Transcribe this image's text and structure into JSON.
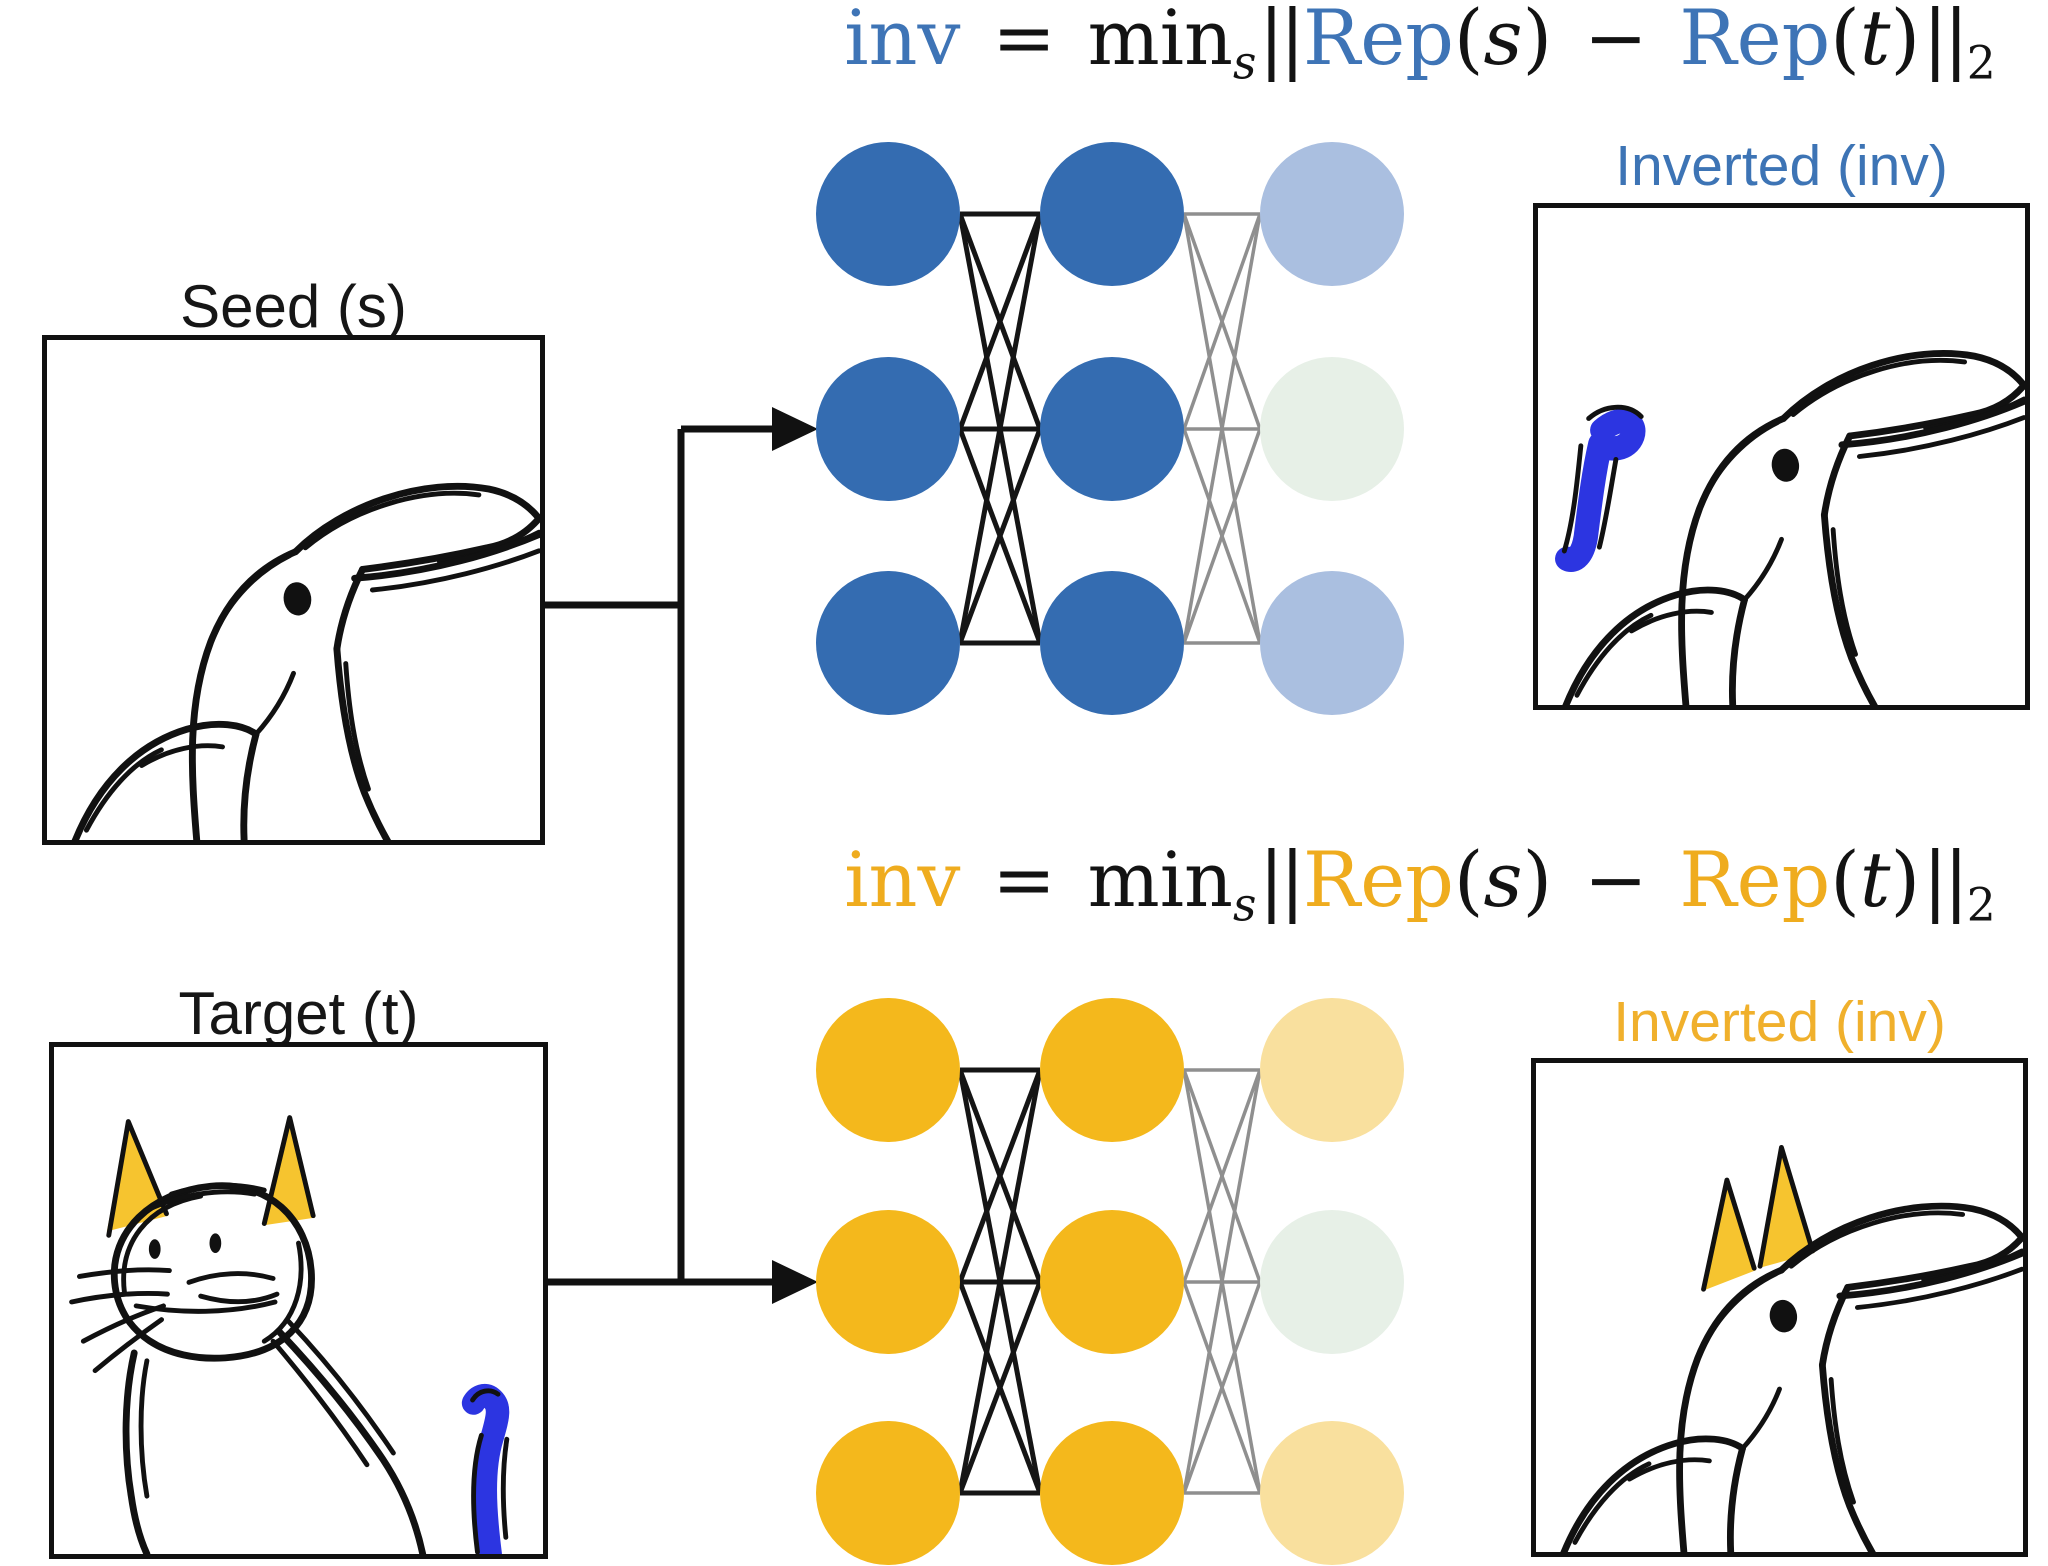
{
  "palette": {
    "formula_blue": "#3E74B6",
    "formula_yellow": "#EFAC1E",
    "label_blue": "#3D74B5",
    "label_yellow": "#F0B02C",
    "node_blue": "#346CB1",
    "node_blue_faded": "#AABFE0",
    "node_yellow": "#F4B81C",
    "node_yellow_faded": "#F9E09E",
    "node_green_faded": "#E7F0E7",
    "edge_black": "#151515",
    "edge_gray": "#8F8F8F",
    "sketch_black": "#111111",
    "sketch_blue": "#2C35E1",
    "ear_yellow": "#F6C42F",
    "text_black": "#161616"
  },
  "formula": {
    "inv": "inv",
    "eq": "=",
    "min": "min",
    "min_sub": "s",
    "bar_open": "||",
    "rep1": "Rep",
    "lp1": "(",
    "arg1": "s",
    "rp1": ")",
    "minus": "−",
    "rep2": "Rep",
    "lp2": "(",
    "arg2": "t",
    "rp2": ")",
    "bar_close": "||",
    "norm_sub": "2"
  },
  "labels": {
    "seed": "Seed (s)",
    "target": "Target (t)",
    "inverted_top": "Inverted (inv)",
    "inverted_bottom": "Inverted (inv)"
  },
  "sketches": {
    "seed": "hand-drawn toucan bird head facing right",
    "target": "hand-drawn cat with yellow ears and blue tail",
    "inverted_top": "toucan sketch with blue squiggle added on left",
    "inverted_bottom": "toucan sketch with yellow cat ears added on head"
  },
  "networks": {
    "top": {
      "node_count_per_layer": [
        3,
        3,
        3
      ],
      "hidden_layer_color_key": "node_blue",
      "output_layer_node_color_keys": [
        "node_blue_faded",
        "node_green_faded",
        "node_blue_faded"
      ],
      "edge_color_l1_l2_key": "edge_black",
      "edge_color_l2_l3_key": "edge_gray"
    },
    "bottom": {
      "node_count_per_layer": [
        3,
        3,
        3
      ],
      "hidden_layer_color_key": "node_yellow",
      "output_layer_node_color_keys": [
        "node_yellow_faded",
        "node_green_faded",
        "node_yellow_faded"
      ],
      "edge_color_l1_l2_key": "edge_black",
      "edge_color_l2_l3_key": "edge_gray"
    }
  }
}
